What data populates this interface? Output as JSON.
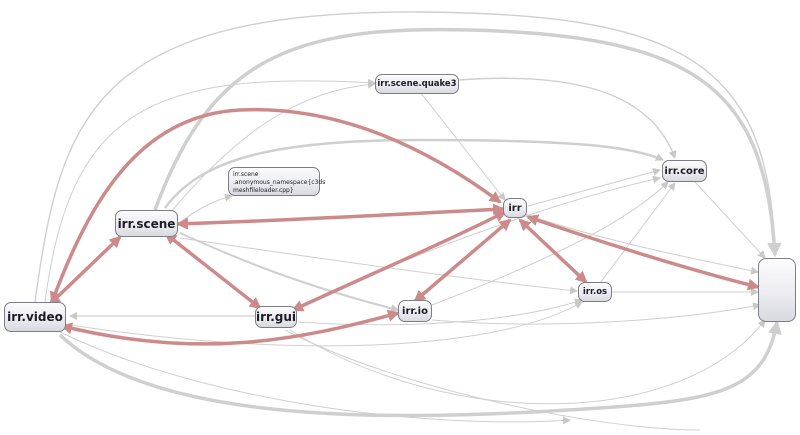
{
  "diagram": {
    "colors": {
      "edge": "#c8c8c8",
      "highlight": "#cc8a8a"
    },
    "nodes": [
      {
        "id": "video",
        "label": "irr.video"
      },
      {
        "id": "scene",
        "label": "irr.scene"
      },
      {
        "id": "anon",
        "label": "irr.scene\n.anonymous_namespace{c3ds\nmeshfileloader.cpp}"
      },
      {
        "id": "quake3",
        "label": "irr.scene.quake3"
      },
      {
        "id": "gui",
        "label": "irr.gui"
      },
      {
        "id": "io",
        "label": "irr.io"
      },
      {
        "id": "irr",
        "label": "irr"
      },
      {
        "id": "os",
        "label": "irr.os"
      },
      {
        "id": "core",
        "label": "irr.core"
      },
      {
        "id": "unnamed",
        "label": ""
      }
    ]
  }
}
